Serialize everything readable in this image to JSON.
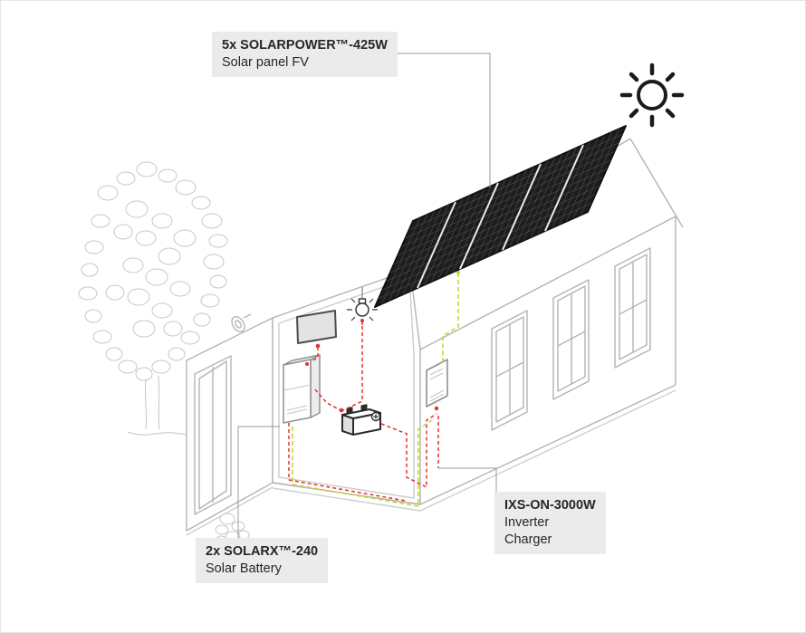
{
  "labels": {
    "panel": {
      "model": "5x SOLARPOWER™-425W",
      "desc": "Solar panel FV"
    },
    "inverter": {
      "model": "IXS-ON-3000W",
      "desc1": "Inverter",
      "desc2": "Charger"
    },
    "battery": {
      "model": "2x SOLARX™-240",
      "desc": "Solar Battery"
    }
  },
  "colors": {
    "dc_wire_red": "#e5322d",
    "ac_wire_green": "#c9d433",
    "panel_dark": "#1d1d1f",
    "house_outline": "#b4b4b4",
    "label_background": "#ebebeb",
    "ink": "#1b1b1b"
  },
  "icons": {
    "sun": "sun-icon",
    "tree": "tree-sketch",
    "lightbulb": "lightbulb-icon",
    "tv": "tv-screen-icon",
    "battery_cabinet": "battery-cabinet-icon",
    "battery": "battery-icon",
    "inverter": "inverter-wallbox-icon",
    "wall_lamp": "wall-lamp-icon"
  }
}
